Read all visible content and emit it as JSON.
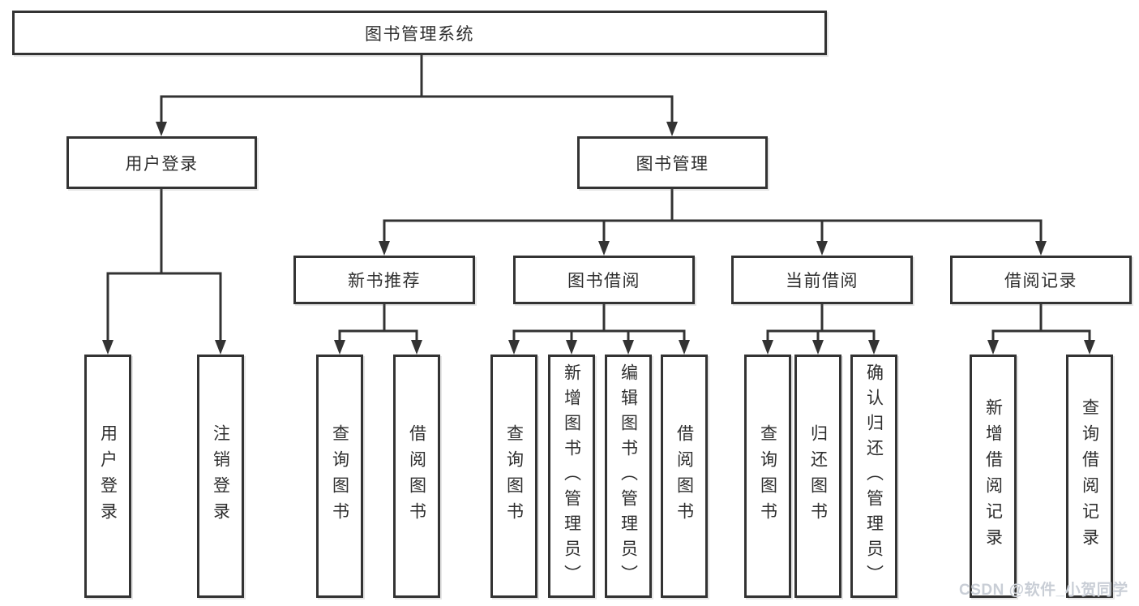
{
  "diagram_title": "图书管理系统",
  "colors": {
    "line": "#333333",
    "box_border": "#333333",
    "box_background": "#ffffff",
    "text": "#2e2e2e",
    "watermark": "#c9ced6"
  },
  "nodes": {
    "root": "图书管理系统",
    "user_login": "用户登录",
    "book_mgmt": "图书管理",
    "new_book_rec": "新书推荐",
    "book_borrow": "图书借阅",
    "current_borrow": "当前借阅",
    "borrow_records": "借阅记录",
    "leaf_user_login": "用户登录",
    "leaf_logout": "注销登录",
    "rec_query_book": "查询图书",
    "rec_borrow_book": "借阅图书",
    "bb_query_book": "查询图书",
    "bb_add_book": "新增图书（管理员）",
    "bb_edit_book": "编辑图书（管理员）",
    "bb_borrow_book": "借阅图书",
    "cb_query_book": "查询图书",
    "cb_return_book": "归还图书",
    "cb_confirm_return": "确认归还（管理员）",
    "br_add_record": "新增借阅记录",
    "br_query_record": "查询借阅记录"
  },
  "hierarchy": {
    "图书管理系统": [
      "用户登录",
      "图书管理"
    ],
    "用户登录": [
      "用户登录",
      "注销登录"
    ],
    "图书管理": [
      "新书推荐",
      "图书借阅",
      "当前借阅",
      "借阅记录"
    ],
    "新书推荐": [
      "查询图书",
      "借阅图书"
    ],
    "图书借阅": [
      "查询图书",
      "新增图书（管理员）",
      "编辑图书（管理员）",
      "借阅图书"
    ],
    "当前借阅": [
      "查询图书",
      "归还图书",
      "确认归还（管理员）"
    ],
    "借阅记录": [
      "新增借阅记录",
      "查询借阅记录"
    ]
  },
  "watermark": "CSDN @软件_小贺同学"
}
